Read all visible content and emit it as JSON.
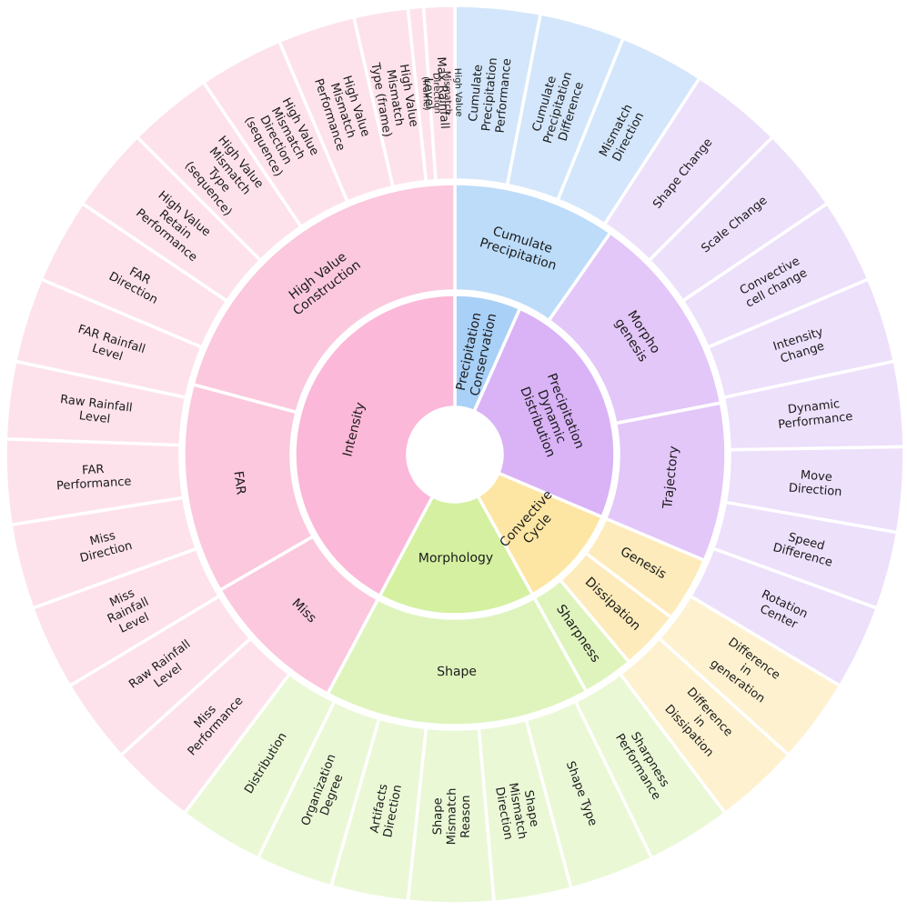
{
  "colors": {
    "intensity_inner": "#fbb8d8",
    "intensity_mid": "#fbc8dd",
    "intensity_outer": "#fde2ec",
    "cumulate_inner": "#a9d0f7",
    "cumulate_mid": "#bcdcf9",
    "cumulate_outer": "#d3e6fb",
    "dynamic_inner": "#d9b3f6",
    "dynamic_mid": "#e3c7f8",
    "dynamic_outer": "#ede0fb",
    "cycle_inner": "#fde6a4",
    "cycle_mid": "#fdebbb",
    "cycle_outer": "#fdf1d0",
    "morph_inner": "#d4f0a0",
    "morph_mid": "#dff4bd",
    "morph_outer": "#eaf8d6"
  },
  "wheel": {
    "inner": [
      {
        "id": "conservation",
        "label": "Precipitation Conservation",
        "start": 0,
        "end": 24,
        "color": "cumulate_inner"
      },
      {
        "id": "dynamic",
        "label": "Precipitation Dynamic Distribution",
        "start": 24,
        "end": 113,
        "color": "dynamic_inner"
      },
      {
        "id": "cycle",
        "label": "Convective Cycle",
        "start": 113,
        "end": 151,
        "color": "cycle_inner"
      },
      {
        "id": "morphology",
        "label": "Morphology",
        "start": 151,
        "end": 208,
        "color": "morph_inner"
      },
      {
        "id": "intensity",
        "label": "Intensity",
        "start": 208,
        "end": 360,
        "color": "intensity_inner"
      }
    ],
    "middle": [
      {
        "id": "cumulate-precipitation",
        "label": "Cumulate Precipitation",
        "start": 0,
        "end": 35,
        "color": "cumulate_mid"
      },
      {
        "id": "morphogenesis",
        "label": "Morpho genesis",
        "start": 35,
        "end": 79,
        "color": "dynamic_mid"
      },
      {
        "id": "trajectory",
        "label": "Trajectory",
        "start": 79,
        "end": 113,
        "color": "dynamic_mid"
      },
      {
        "id": "genesis",
        "label": "Genesis",
        "start": 113,
        "end": 127,
        "color": "cycle_mid"
      },
      {
        "id": "dissipation",
        "label": "Dissipation",
        "start": 127,
        "end": 140,
        "color": "cycle_mid"
      },
      {
        "id": "sharpness",
        "label": "Sharpness",
        "start": 140,
        "end": 151,
        "color": "morph_mid"
      },
      {
        "id": "shape",
        "label": "Shape",
        "start": 151,
        "end": 208,
        "color": "morph_mid"
      },
      {
        "id": "miss",
        "label": "Miss",
        "start": 208,
        "end": 240,
        "color": "intensity_mid"
      },
      {
        "id": "far",
        "label": "FAR",
        "start": 240,
        "end": 285,
        "color": "intensity_mid"
      },
      {
        "id": "high-value-construction",
        "label": "High Value Construction",
        "start": 285,
        "end": 360,
        "color": "intensity_mid"
      }
    ],
    "outer": [
      {
        "id": "cumulate-precipitation-performance",
        "label": "Cumulate Precipitation Performance",
        "start": 0,
        "end": 11,
        "color": "cumulate_outer"
      },
      {
        "id": "cumulate-precipitation-difference",
        "label": "Cumulate Precipitation Difference",
        "start": 11,
        "end": 22,
        "color": "cumulate_outer"
      },
      {
        "id": "mismatch-direction",
        "label": "Mismatch Direction",
        "start": 22,
        "end": 33,
        "color": "cumulate_outer"
      },
      {
        "id": "shape-change",
        "label": "Shape Change",
        "start": 33,
        "end": 45,
        "color": "dynamic_outer"
      },
      {
        "id": "scale-change",
        "label": "Scale Change",
        "start": 45,
        "end": 56,
        "color": "dynamic_outer"
      },
      {
        "id": "convective-cell-change",
        "label": "Convective cell change",
        "start": 56,
        "end": 67,
        "color": "dynamic_outer"
      },
      {
        "id": "intensity-change",
        "label": "Intensity Change",
        "start": 67,
        "end": 78,
        "color": "dynamic_outer"
      },
      {
        "id": "dynamic-performance",
        "label": "Dynamic Performance",
        "start": 78,
        "end": 89,
        "color": "dynamic_outer"
      },
      {
        "id": "move-direction",
        "label": "Move Direction",
        "start": 89,
        "end": 100,
        "color": "dynamic_outer"
      },
      {
        "id": "speed-difference",
        "label": "Speed Difference",
        "start": 100,
        "end": 110,
        "color": "dynamic_outer"
      },
      {
        "id": "rotation-center",
        "label": "Rotation Center",
        "start": 110,
        "end": 121,
        "color": "dynamic_outer"
      },
      {
        "id": "difference-in-generation",
        "label": "Difference in generation",
        "start": 121,
        "end": 132,
        "color": "cycle_outer"
      },
      {
        "id": "difference-in-dissipation",
        "label": "Difference in Dissipation",
        "start": 132,
        "end": 143,
        "color": "cycle_outer"
      },
      {
        "id": "sharpness-performance",
        "label": "Sharpness Performance",
        "start": 143,
        "end": 154,
        "color": "morph_outer"
      },
      {
        "id": "shape-type",
        "label": "Shape Type",
        "start": 154,
        "end": 165,
        "color": "morph_outer"
      },
      {
        "id": "shape-mismatch-direction",
        "label": "Shape Mismatch Direction",
        "start": 165,
        "end": 175,
        "color": "morph_outer"
      },
      {
        "id": "shape-mismatch-reason",
        "label": "Shape Mismatch Reason",
        "start": 175,
        "end": 186,
        "color": "morph_outer"
      },
      {
        "id": "artifacts-direction",
        "label": "Artifacts Direction",
        "start": 186,
        "end": 196,
        "color": "morph_outer"
      },
      {
        "id": "organization-degree",
        "label": "Organization Degree",
        "start": 196,
        "end": 206,
        "color": "morph_outer"
      },
      {
        "id": "distribution",
        "label": "Distribution",
        "start": 206,
        "end": 217,
        "color": "morph_outer"
      },
      {
        "id": "miss-performance",
        "label": "Miss Performance",
        "start": 217,
        "end": 228,
        "color": "intensity_outer"
      },
      {
        "id": "raw-rainfall-level-miss",
        "label": "Raw Rainfall Level",
        "start": 228,
        "end": 239,
        "color": "intensity_outer"
      },
      {
        "id": "miss-rainfall-level",
        "label": "Miss Rainfall Level",
        "start": 239,
        "end": 250,
        "color": "intensity_outer"
      },
      {
        "id": "miss-direction",
        "label": "Miss Direction",
        "start": 250,
        "end": 261,
        "color": "intensity_outer"
      },
      {
        "id": "far-performance",
        "label": "FAR Performance",
        "start": 261,
        "end": 272,
        "color": "intensity_outer"
      },
      {
        "id": "raw-rainfall-level-far",
        "label": "Raw Rainfall Level",
        "start": 272,
        "end": 282,
        "color": "intensity_outer"
      },
      {
        "id": "far-rainfall-level",
        "label": "FAR Rainfall Level",
        "start": 282,
        "end": 293,
        "color": "intensity_outer"
      },
      {
        "id": "far-direction",
        "label": "FAR Direction",
        "start": 293,
        "end": 304,
        "color": "intensity_outer"
      },
      {
        "id": "high-value-retain-performance",
        "label": "High Value Retain Performance",
        "start": 304,
        "end": 315,
        "color": "intensity_outer"
      },
      {
        "id": "high-value-mismatch-type-sequence",
        "label": "High Value Mismatch Type (sequence)",
        "start": 315,
        "end": 326,
        "color": "intensity_outer"
      },
      {
        "id": "high-value-mismatch-direction-sequence",
        "label": "High Value Mismatch Direction (sequence)",
        "start": 326,
        "end": 337,
        "color": "intensity_outer"
      },
      {
        "id": "high-value-mismatch-performance",
        "label": "High Value Mismatch Performance",
        "start": 337,
        "end": 347,
        "color": "intensity_outer"
      },
      {
        "id": "high-value-mismatch-type-frame",
        "label": "High Value Mismatch Type (frame)",
        "start": 347,
        "end": 354,
        "color": "intensity_outer"
      },
      {
        "id": "max-rainfall-level",
        "label": "Max Rainfall Level",
        "start": 354,
        "end": 360,
        "color": "intensity_outer"
      }
    ],
    "extra_outer": [
      {
        "id": "high-value-mismatch-direction-frame",
        "label": "High Value Mismatch Direction (frame)",
        "start": 356,
        "end": 360,
        "color": "intensity_outer"
      }
    ]
  }
}
